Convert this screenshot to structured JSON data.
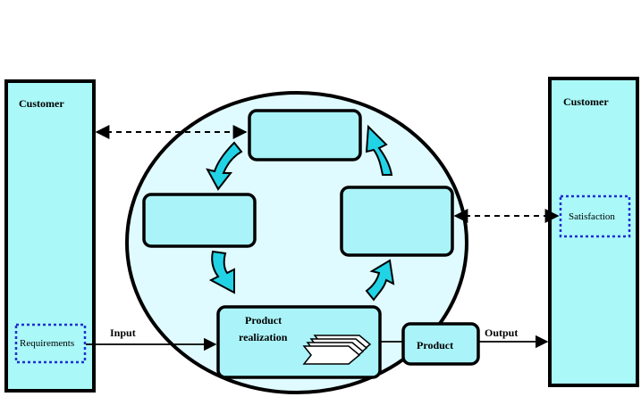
{
  "left_customer": {
    "title": "Customer",
    "requirements": "Requirements"
  },
  "right_customer": {
    "title": "Customer",
    "satisfaction": "Satisfaction"
  },
  "product_realization": {
    "line1": "Product",
    "line2": "realization"
  },
  "product": "Product",
  "labels": {
    "input": "Input",
    "output": "Output"
  },
  "colors": {
    "panel_fill": "#aaf8f8",
    "circle_fill": "#e0fbff",
    "box_fill": "#aaf3f8",
    "cycle_arrow": "#22d3e6",
    "dashed_box": "#1f2fd0"
  }
}
